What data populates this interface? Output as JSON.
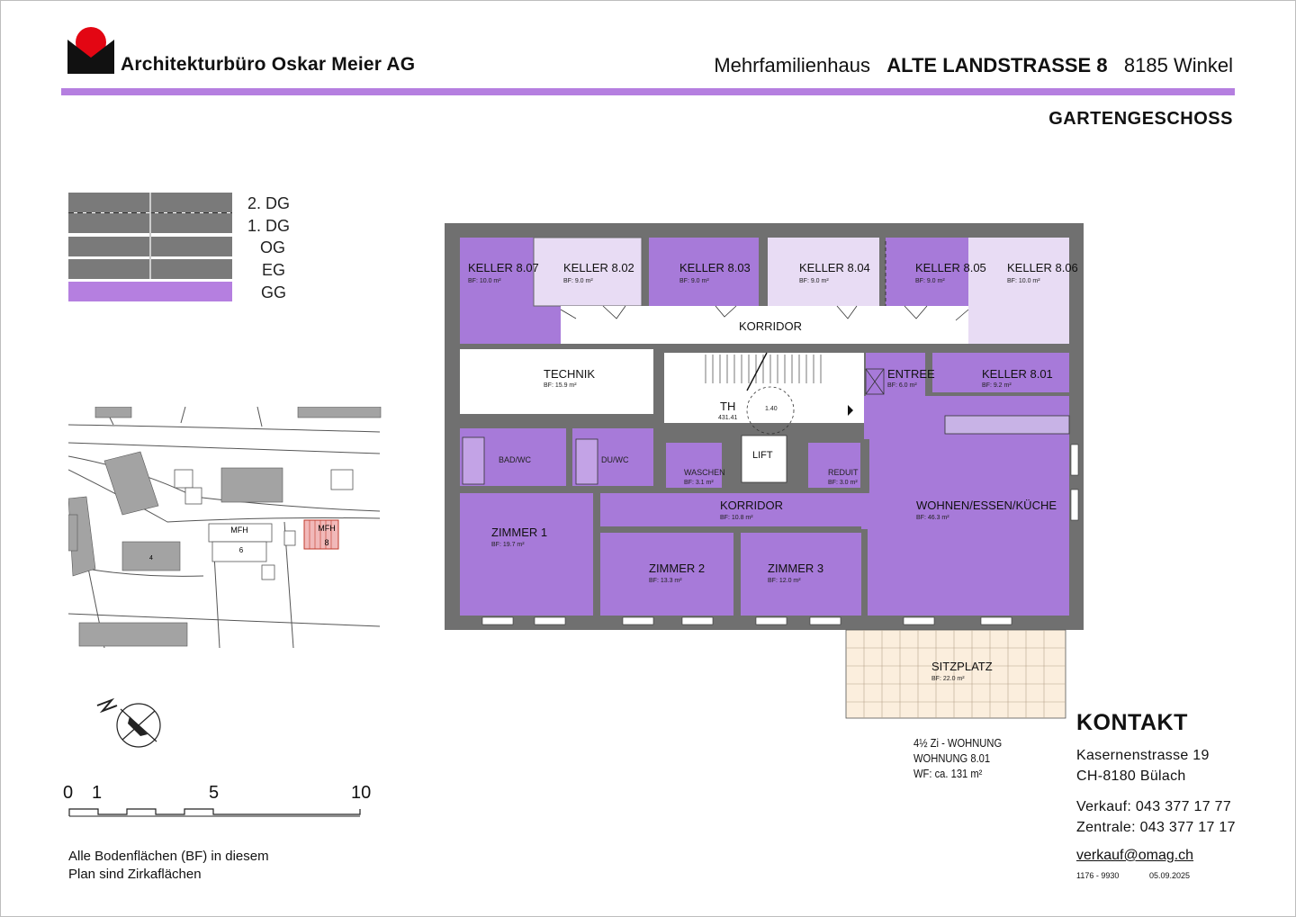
{
  "header": {
    "company": "Architekturbüro Oskar Meier AG",
    "building_type": "Mehrfamilienhaus",
    "address": "ALTE LANDSTRASSE 8",
    "location": "8185 Winkel",
    "floor_title": "GARTENGESCHOSS"
  },
  "floors": [
    "2. DG",
    "1. DG",
    "OG",
    "EG",
    "GG"
  ],
  "site_map": {
    "labels": [
      "MFH",
      "6",
      "MFH",
      "8",
      "4"
    ]
  },
  "scale": {
    "labels": [
      "0",
      "1",
      "5",
      "10"
    ]
  },
  "note": {
    "line1": "Alle Bodenflächen (BF) in diesem",
    "line2": "Plan sind Zirkaflächen"
  },
  "rooms": {
    "keller_807": {
      "name": "KELLER 8.07",
      "area": "BF: 10.0 m²"
    },
    "keller_802": {
      "name": "KELLER 8.02",
      "area": "BF: 9.0 m²"
    },
    "keller_803": {
      "name": "KELLER 8.03",
      "area": "BF: 9.0 m²"
    },
    "keller_804": {
      "name": "KELLER 8.04",
      "area": "BF: 9.0 m²"
    },
    "keller_805": {
      "name": "KELLER 8.05",
      "area": "BF: 9.0 m²"
    },
    "keller_806": {
      "name": "KELLER 8.06",
      "area": "BF: 10.0 m²"
    },
    "korridor_top": {
      "name": "KORRIDOR"
    },
    "technik": {
      "name": "TECHNIK",
      "area": "BF: 15.9 m²"
    },
    "th": {
      "name": "TH",
      "level": "431.41"
    },
    "stair_dim": "1.40",
    "entree": {
      "name": "ENTREE",
      "area": "BF: 6.0 m²"
    },
    "keller_801": {
      "name": "KELLER 8.01",
      "area": "BF: 9.2 m²"
    },
    "bad_wc": {
      "name": "BAD/WC"
    },
    "du_wc": {
      "name": "DU/WC"
    },
    "waschen": {
      "name": "WASCHEN",
      "area": "BF: 3.1 m²"
    },
    "lift": {
      "name": "LIFT"
    },
    "reduit": {
      "name": "REDUIT",
      "area": "BF: 3.0 m²"
    },
    "korridor_mid": {
      "name": "KORRIDOR",
      "area": "BF: 10.8 m²"
    },
    "wohnen": {
      "name": "WOHNEN/ESSEN/KÜCHE",
      "area": "BF: 46.3 m²"
    },
    "zimmer1": {
      "name": "ZIMMER 1",
      "area": "BF: 19.7 m²"
    },
    "zimmer2": {
      "name": "ZIMMER 2",
      "area": "BF: 13.3 m²"
    },
    "zimmer3": {
      "name": "ZIMMER 3",
      "area": "BF: 12.0 m²"
    },
    "sitzplatz": {
      "name": "SITZPLATZ",
      "area": "BF: 22.0 m²"
    }
  },
  "apartment": {
    "type": "4½ Zi - WOHNUNG",
    "number": "WOHNUNG 8.01",
    "wf": "WF:    ca. 131 m²"
  },
  "contact": {
    "title": "KONTAKT",
    "street": "Kasernenstrasse 19",
    "city": "CH-8180 Bülach",
    "sales": "Verkauf:  043 377 17 77",
    "central": "Zentrale: 043 377 17 17",
    "email": "verkauf@omag.ch",
    "ref": "1176 - 9930",
    "date": "05.09.2025"
  },
  "colors": {
    "accent": "#b57fe0",
    "room_dark": "#a77ad9",
    "room_light": "#e8dcf4",
    "wall": "#6e6e6e",
    "logo_red": "#e30613"
  }
}
